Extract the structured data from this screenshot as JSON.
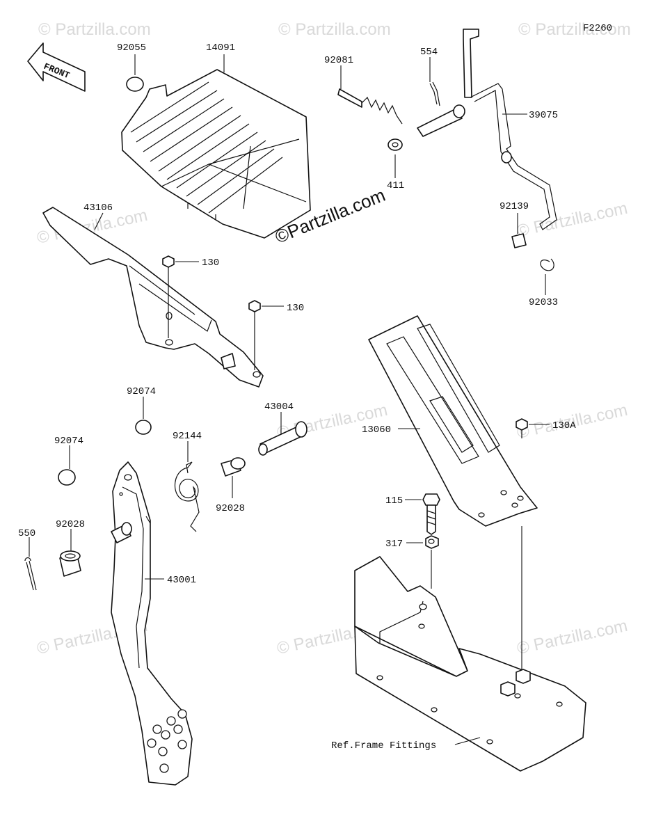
{
  "diagram_id": "F2260",
  "front_label": "FRONT",
  "watermarks": {
    "text": "© Partzilla.com",
    "center_stamp": "©Partzilla.com"
  },
  "callouts": {
    "p92055": "92055",
    "p14091": "14091",
    "p92081": "92081",
    "p554": "554",
    "p39075": "39075",
    "p411": "411",
    "p43106": "43106",
    "p130a": "130",
    "p130b": "130",
    "p92139": "92139",
    "p92033": "92033",
    "p92074a": "92074",
    "p92074b": "92074",
    "p92144": "92144",
    "p43004": "43004",
    "p92028a": "92028",
    "p13060": "13060",
    "p130A": "130A",
    "p550": "550",
    "p92028b": "92028",
    "p43001": "43001",
    "p115": "115",
    "p317": "317",
    "ref_frame": "Ref.Frame Fittings"
  }
}
